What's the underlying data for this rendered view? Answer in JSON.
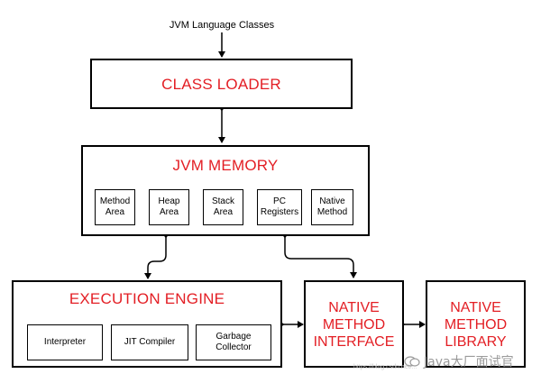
{
  "input_label": "JVM Language Classes",
  "class_loader": {
    "title": "CLASS LOADER"
  },
  "jvm_memory": {
    "title": "JVM MEMORY",
    "areas": [
      "Method\nArea",
      "Heap\nArea",
      "Stack\nArea",
      "PC\nRegisters",
      "Native\nMethod"
    ]
  },
  "execution_engine": {
    "title": "EXECUTION ENGINE",
    "components": [
      "Interpreter",
      "JIT Compiler",
      "Garbage\nCollector"
    ]
  },
  "native_method_interface": {
    "title": "NATIVE\nMETHOD\nINTERFACE"
  },
  "native_method_library": {
    "title": "NATIVE\nMETHOD\nLIBRARY"
  },
  "watermark": {
    "text": "Java大厂面试官",
    "url_text": "https://blog.csdn.net/..."
  }
}
